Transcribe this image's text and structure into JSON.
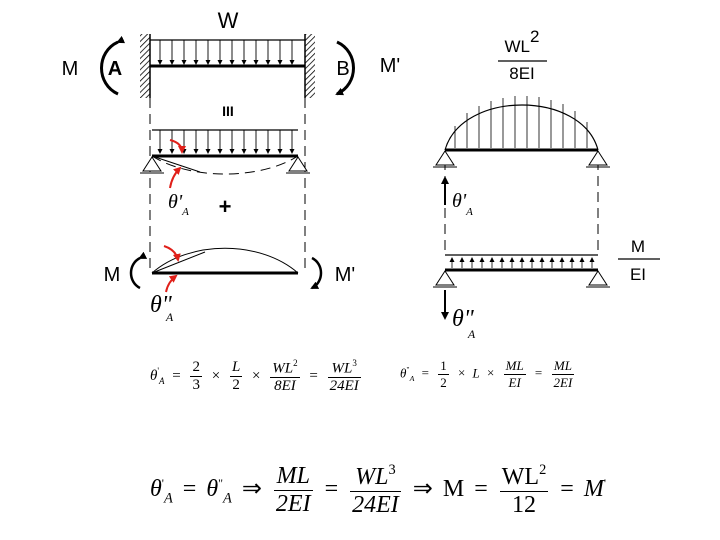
{
  "labels": {
    "load_W": "W",
    "moment_left": "M",
    "support_A": "A",
    "support_B": "B",
    "moment_right": "M'",
    "equivalence_mark": "III",
    "theta_prime_symbol": "θ'",
    "theta_prime_sub": "A",
    "plus_sign": "+",
    "lower_moment_left": "M",
    "lower_moment_right": "M'",
    "theta_double_symbol": "θ\"",
    "theta_double_sub": "A",
    "wl2_num": "WL",
    "wl2_exp": "2",
    "wl2_den": "8EI",
    "m_num": "M",
    "m_den": "EI",
    "conj_theta_prime_symbol": "θ'",
    "conj_theta_prime_sub": "A",
    "conj_theta_double_symbol": "θ\"",
    "conj_theta_double_sub": "A"
  },
  "formula1": {
    "theta": "θ",
    "sub": "A",
    "prime": "'",
    "eq1": "=",
    "n1": "2",
    "d1": "3",
    "times1": "×",
    "n2": "L",
    "d2": "2",
    "times2": "×",
    "n3": "WL",
    "n3_exp": "2",
    "d3": "8EI",
    "eq2": "=",
    "n4": "WL",
    "n4_exp": "3",
    "d4": "24EI"
  },
  "formula2": {
    "theta": "θ",
    "sub": "A",
    "prime": "\"",
    "eq1": "=",
    "n1": "1",
    "d1": "2",
    "times1": "×",
    "L": "L",
    "times2": "×",
    "n2": "ML",
    "d2": "EI",
    "eq2": "=",
    "n3": "ML",
    "d3": "2EI"
  },
  "formula3": {
    "theta1": "θ",
    "sub1": "A",
    "prime1": "'",
    "eq1": "=",
    "theta2": "θ",
    "sub2": "A",
    "prime2": "\"",
    "implies1": "⇒",
    "n1": "ML",
    "d1": "2EI",
    "eq2": "=",
    "n2": "WL",
    "n2_exp": "3",
    "d2": "24EI",
    "implies2": "⇒",
    "M": "M",
    "eq3": "=",
    "n3": "WL",
    "n3_exp": "2",
    "d3": "12",
    "eq4": "=",
    "Mprime": "M",
    "Mprime_mark": "'"
  },
  "colors": {
    "ink": "#000000",
    "arrow_red": "#e0201a",
    "hatch": "#000000"
  }
}
